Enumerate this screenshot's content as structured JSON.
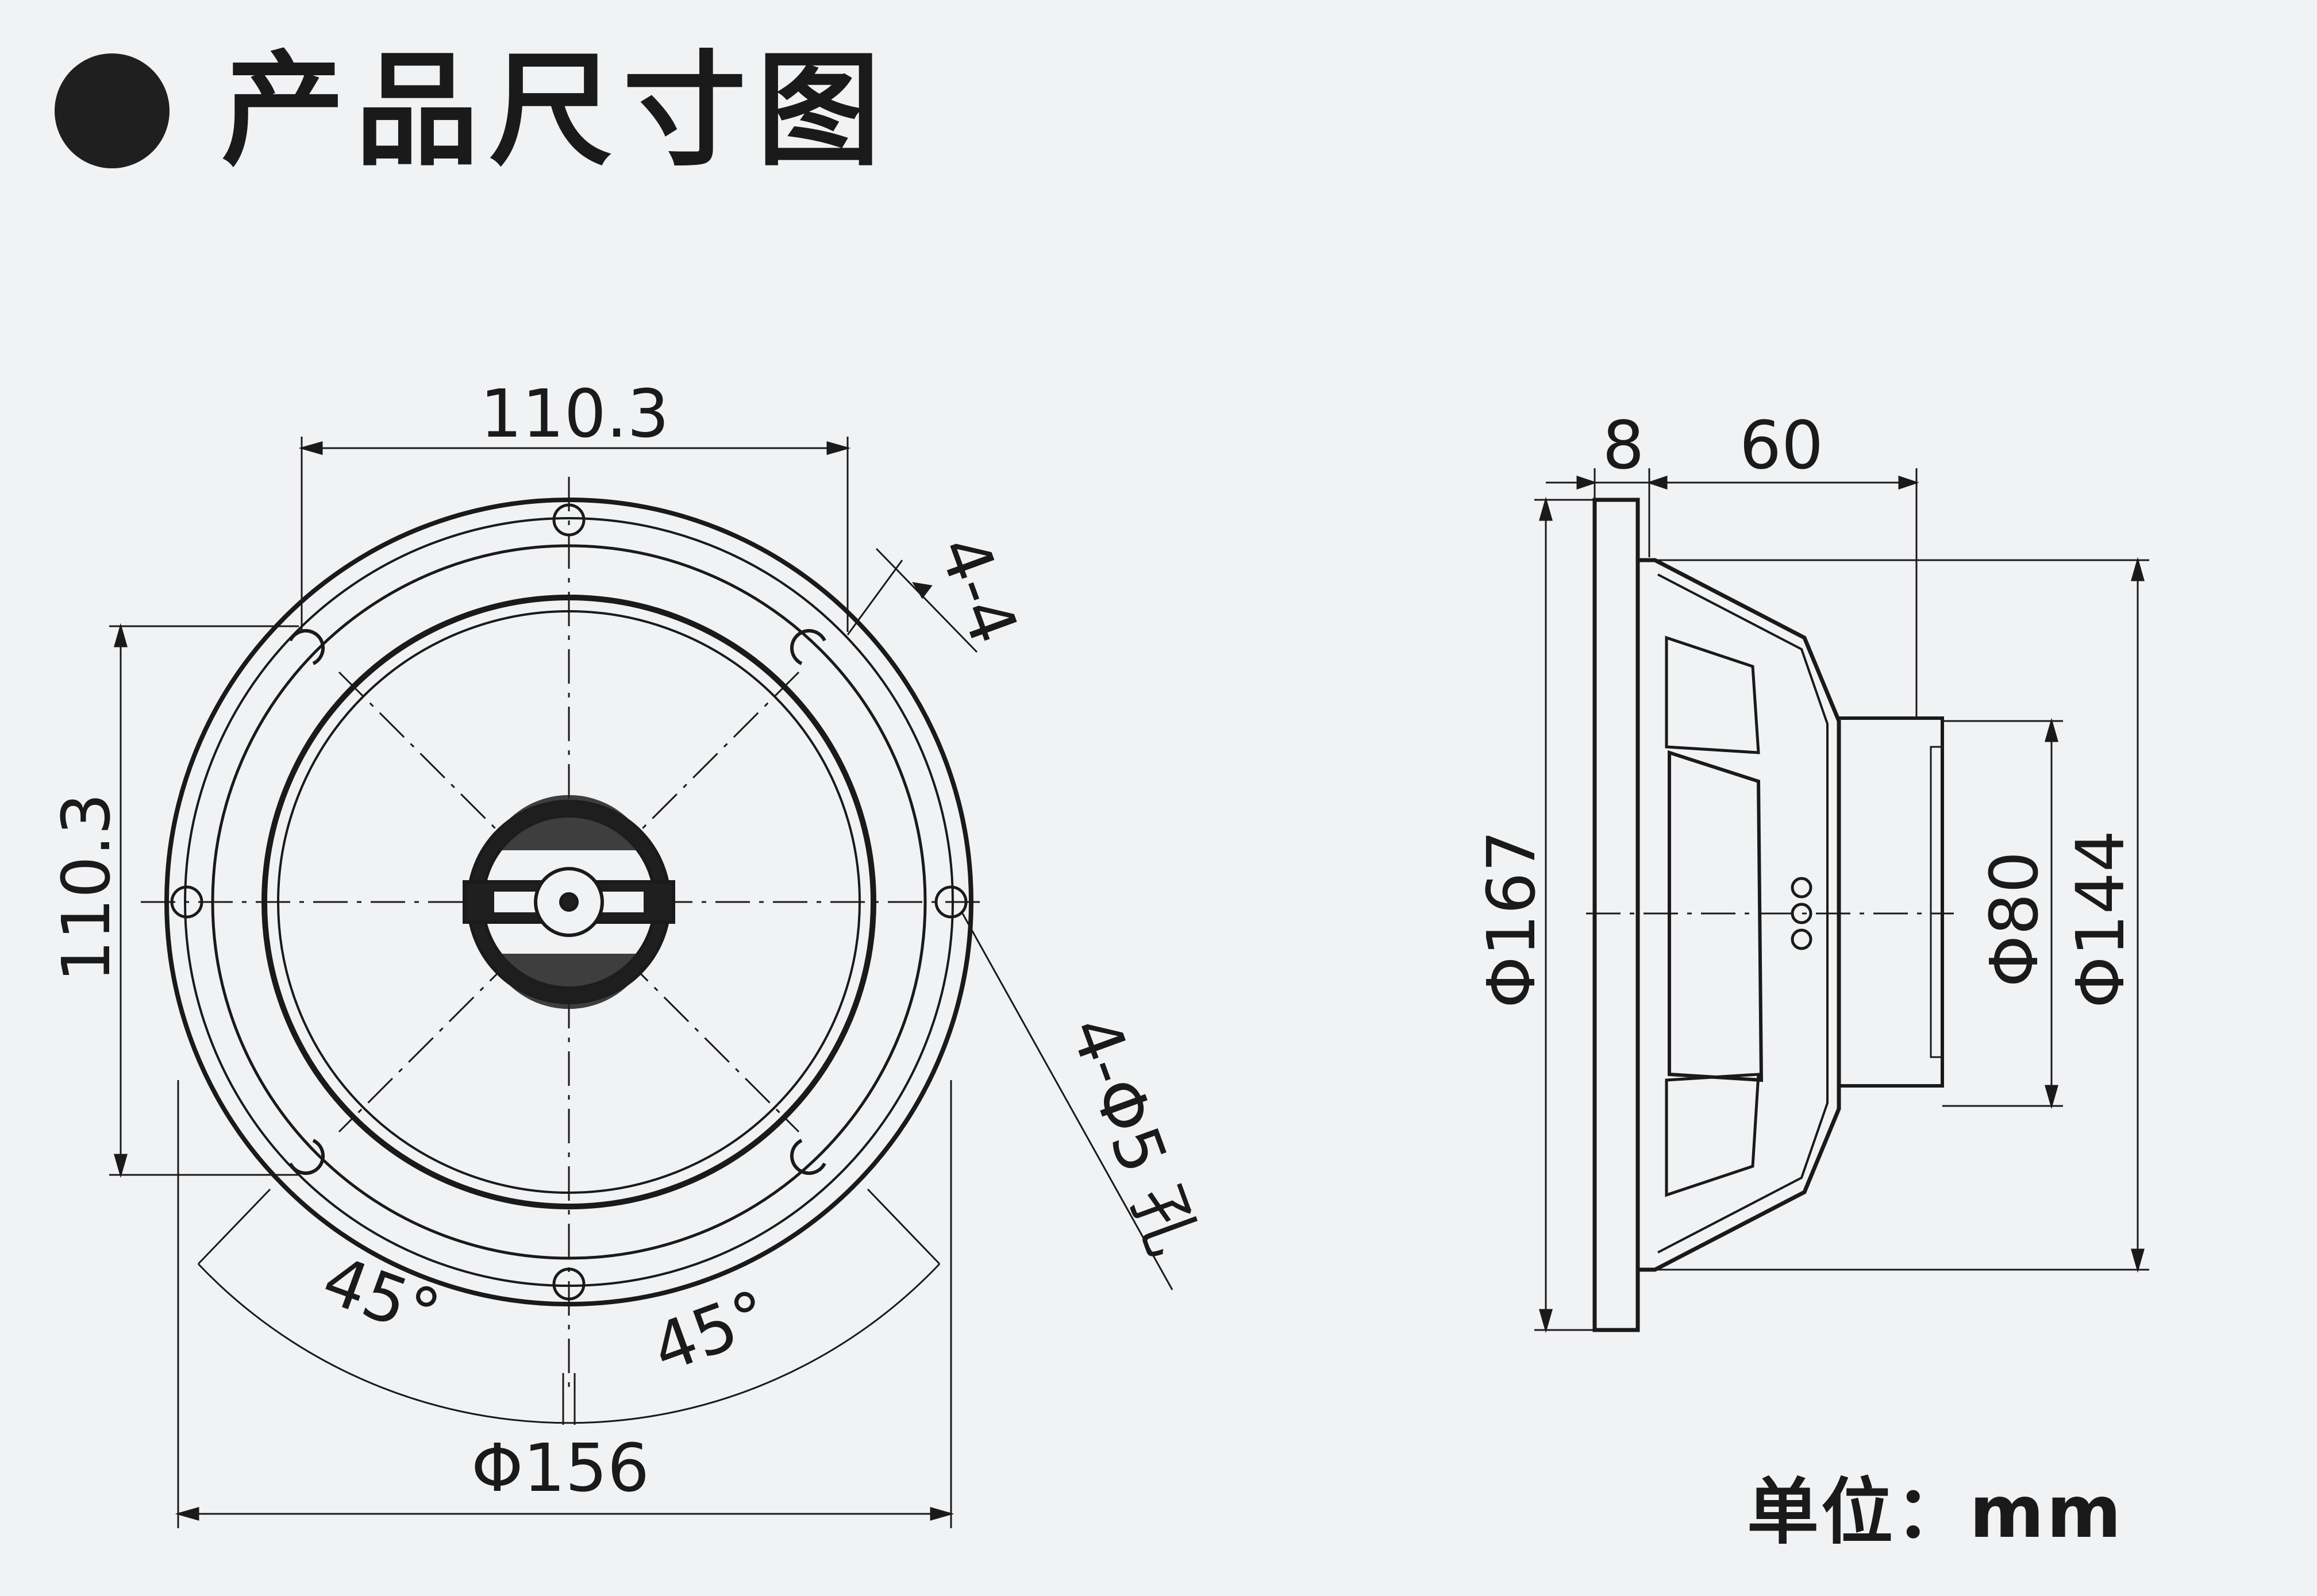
{
  "header": {
    "title": "产品尺寸图"
  },
  "front_view": {
    "dim_top": "110.3",
    "dim_left": "110.3",
    "dim_slot": "4-4",
    "dim_holes": "4-Φ5 孔",
    "angle_left": "45°",
    "angle_right": "45°",
    "dim_bottom": "Φ156"
  },
  "side_view": {
    "dim_flange": "8",
    "dim_depth": "60",
    "dim_outer": "Φ167",
    "dim_magnet": "Φ80",
    "dim_frame": "Φ144"
  },
  "footer": {
    "unit": "单位：mm"
  },
  "colors": {
    "line": "#1a1a1a",
    "background": "#f1f2f4"
  }
}
